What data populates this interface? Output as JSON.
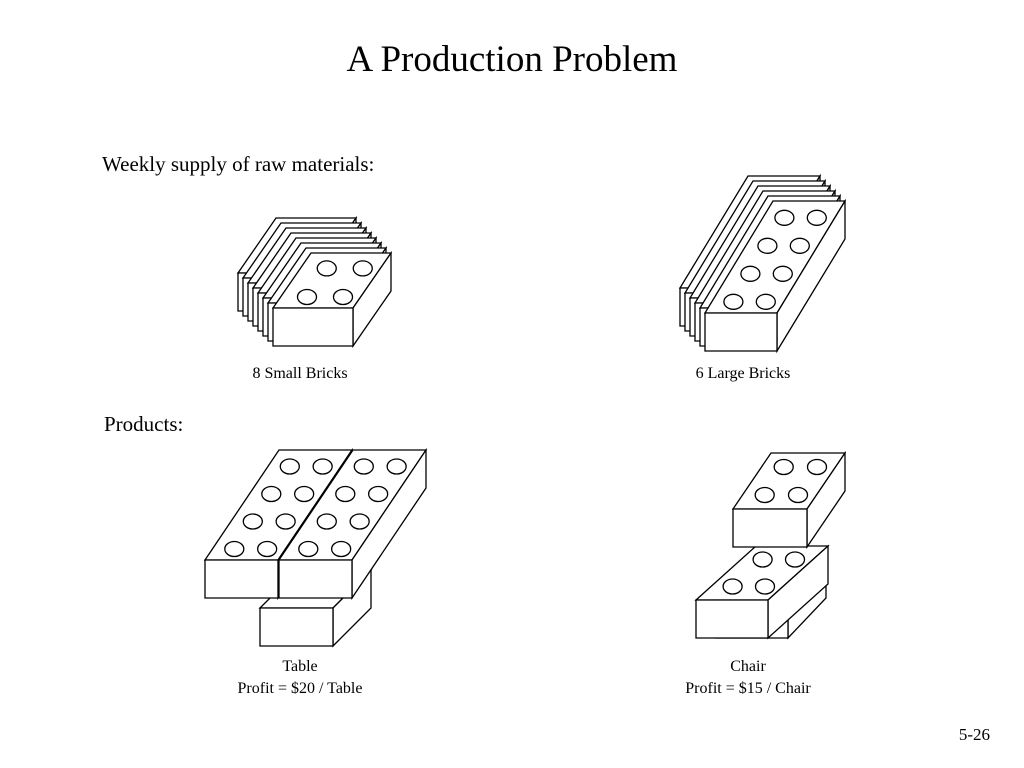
{
  "slide": {
    "title": "A Production Problem",
    "supply_heading": "Weekly supply of raw materials:",
    "products_heading": "Products:",
    "small_bricks_label": "8 Small Bricks",
    "large_bricks_label": "6 Large Bricks",
    "table_name": "Table",
    "table_profit": "Profit = $20 / Table",
    "chair_name": "Chair",
    "chair_profit": "Profit = $15 / Chair",
    "slide_number": "5-26"
  },
  "materials": {
    "small_brick_count": 8,
    "large_brick_count": 6
  }
}
